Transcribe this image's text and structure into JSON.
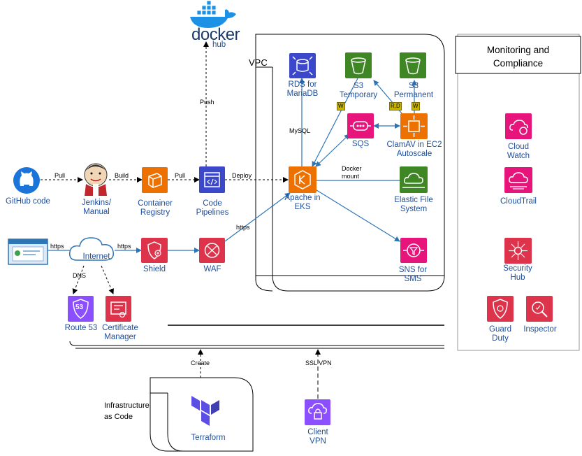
{
  "labels": {
    "docker_brand": "docker",
    "docker_hub": "hub",
    "vpc": "VPC",
    "monitoring_1": "Monitoring and",
    "monitoring_2": "Compliance",
    "rds_1": "RDS for",
    "rds_2": "MariaDB",
    "s3t_1": "S3",
    "s3t_2": "Temporary",
    "s3p_1": "S3",
    "s3p_2": "Permanent",
    "sqs": "SQS",
    "clam_1": "ClamAV in EC2",
    "clam_2": "Autoscale",
    "eks_1": "Apache in",
    "eks_2": "EKS",
    "efs_1": "Elastic File",
    "efs_2": "System",
    "sns_1": "SNS for",
    "sns_2": "SMS",
    "github": "GitHub code",
    "jenkins_1": "Jenkins/",
    "jenkins_2": "Manual",
    "registry_1": "Container",
    "registry_2": "Registry",
    "pipelines_1": "Code",
    "pipelines_2": "Pipelines",
    "internet": "Internet",
    "shield": "Shield",
    "waf": "WAF",
    "route53": "Route 53",
    "cert_1": "Certificate",
    "cert_2": "Manager",
    "cloudwatch_1": "Cloud",
    "cloudwatch_2": "Watch",
    "cloudtrail": "CloudTrail",
    "sechub_1": "Security",
    "sechub_2": "Hub",
    "guard_1": "Guard",
    "guard_2": "Duty",
    "inspector": "Inspector",
    "iac_1": "Infrastructure",
    "iac_2": "as Code",
    "terraform": "Terraform",
    "vpn_1": "Client",
    "vpn_2": "VPN",
    "route53_badge": "53"
  },
  "edges": {
    "push": "Push",
    "pull1": "Pull",
    "build": "Build",
    "pull2": "Pull",
    "deploy": "Deploy",
    "mysql": "MySQL",
    "docker_mount_1": "Docker",
    "docker_mount_2": "mount",
    "https_browser": "https",
    "https_internet": "https",
    "https_waf": "https",
    "dns": "DNS",
    "create": "Create",
    "ssl_vpn": "SSL VPN",
    "w1": "W",
    "rd": "R,D",
    "w2": "W"
  },
  "colors": {
    "label": "#1f4e9b",
    "database": "#3b48cc",
    "storage": "#3f8624",
    "integration": "#e7157b",
    "compute": "#ed7100",
    "security": "#dd344c",
    "management": "#e7157b",
    "terraform": "#5c4ee5",
    "vpn": "#8c4fff",
    "arrow": "#2e75b6"
  }
}
